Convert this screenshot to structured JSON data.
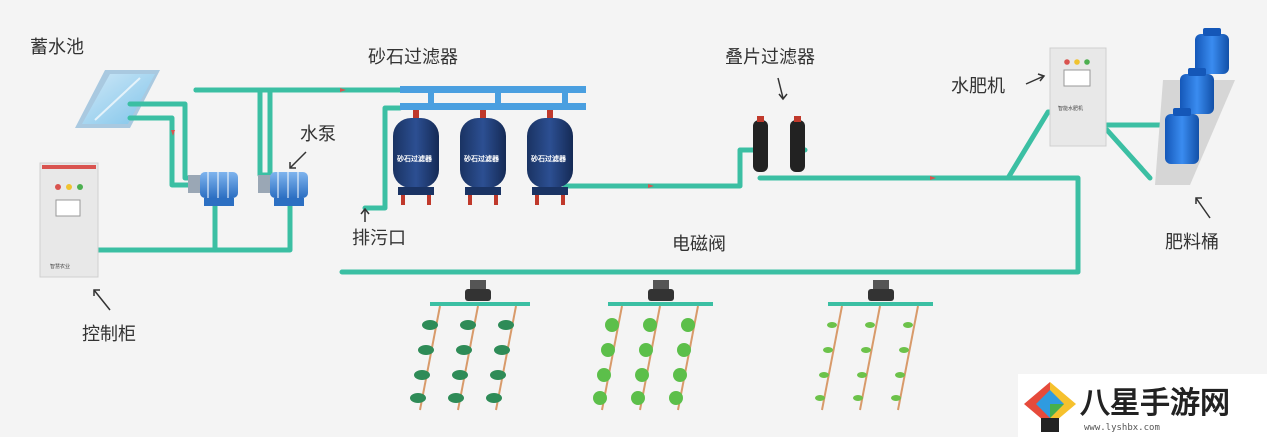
{
  "labels": {
    "reservoir": "蓄水池",
    "sand_filter": "砂石过滤器",
    "disc_filter": "叠片过滤器",
    "fertigation_machine": "水肥机",
    "pump": "水泵",
    "drain": "排污口",
    "solenoid_valve": "电磁阀",
    "fertilizer_tank": "肥料桶",
    "control_cabinet": "控制柜"
  },
  "tank_text": "砂石过滤器",
  "machine_title": "智能水肥机",
  "cabinet_brand": "智慧农业",
  "watermark": {
    "name": "八星手游网",
    "url": "www.lyshbx.com"
  },
  "colors": {
    "pipe_green": "#3bbfa3",
    "pipe_blue": "#4a9fe0",
    "tank_navy": "#1f3b73",
    "barrel_blue": "#1e6fd9",
    "arrow_red": "#d9534f"
  }
}
